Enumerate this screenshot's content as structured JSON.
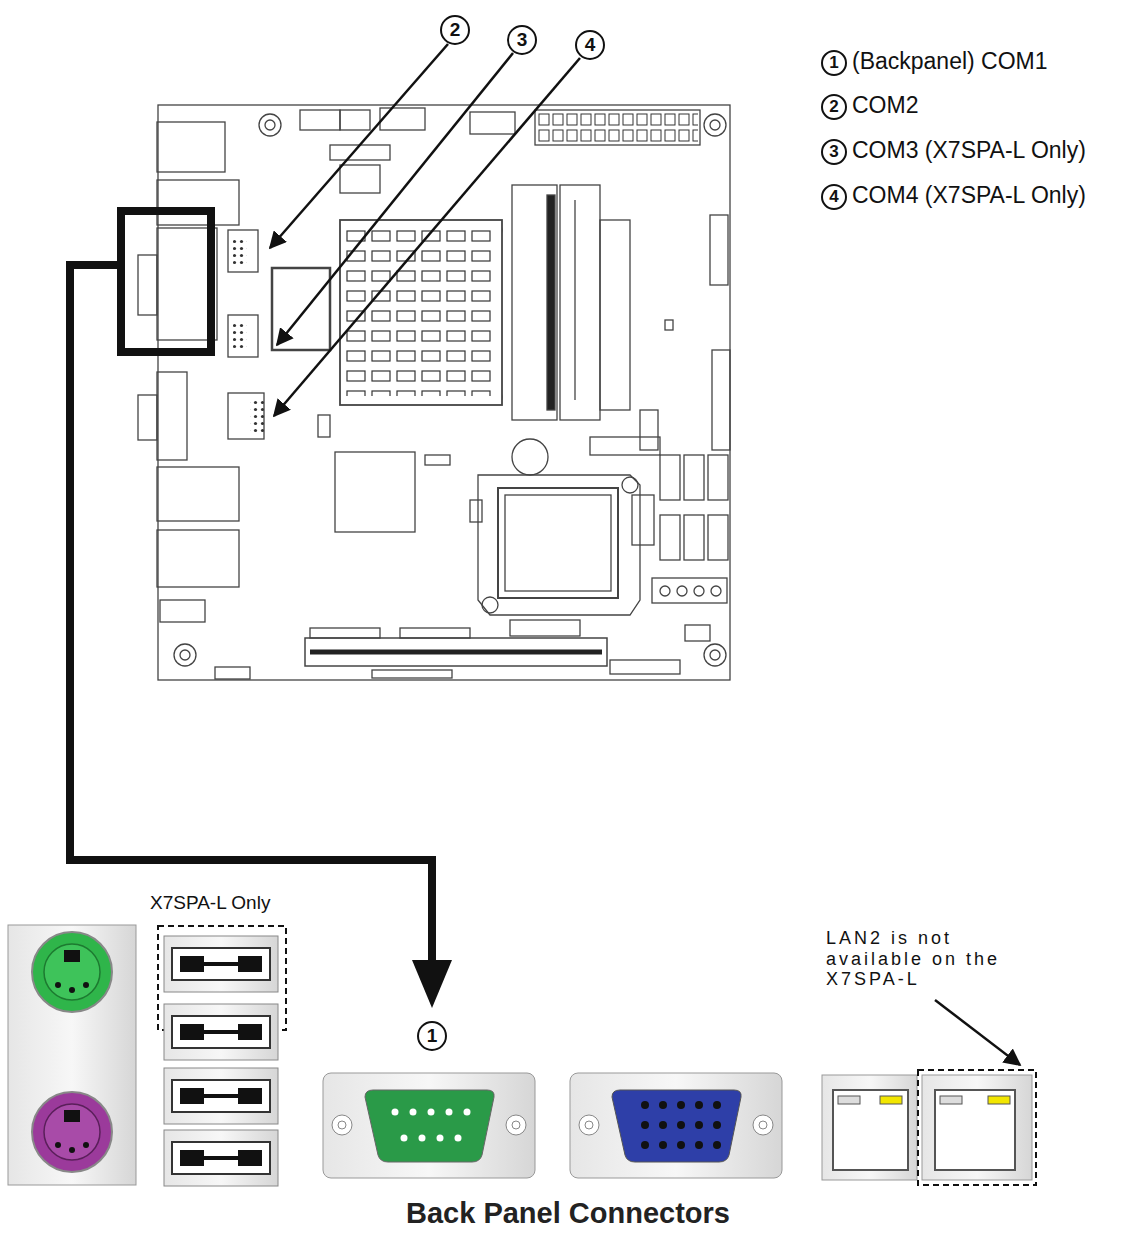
{
  "diagram": {
    "caption": "Back Panel Connectors",
    "labels": [
      "2",
      "3",
      "4",
      "1",
      "(Backpanel) COM1",
      "2",
      "COM2",
      "3",
      "COM3 (X7SPA-L Only)",
      "4",
      "COM4 (X7SPA-L Only)",
      "X7SPA-L Only",
      "1",
      "LAN2 is not available on the X7SPA-L"
    ]
  }
}
